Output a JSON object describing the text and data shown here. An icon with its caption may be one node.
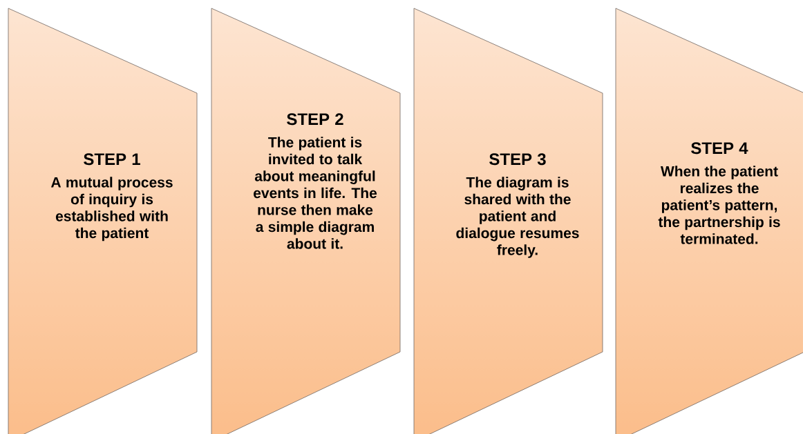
{
  "diagram": {
    "nodes": [
      {
        "text": [
          "STEP 1",
          "A mutual process of inquiry is established with the patient"
        ]
      },
      {
        "text": [
          "STEP 2",
          "The patient is invited to talk about meaningful events in life. The nurse then make a simple diagram about it."
        ]
      },
      {
        "text": [
          "STEP 3",
          "The diagram is shared with the patient and dialogue resumes freely."
        ]
      },
      {
        "text": [
          "STEP 4",
          "When the patient realizes the patient’s pattern, the partnership is terminated."
        ]
      }
    ]
  }
}
